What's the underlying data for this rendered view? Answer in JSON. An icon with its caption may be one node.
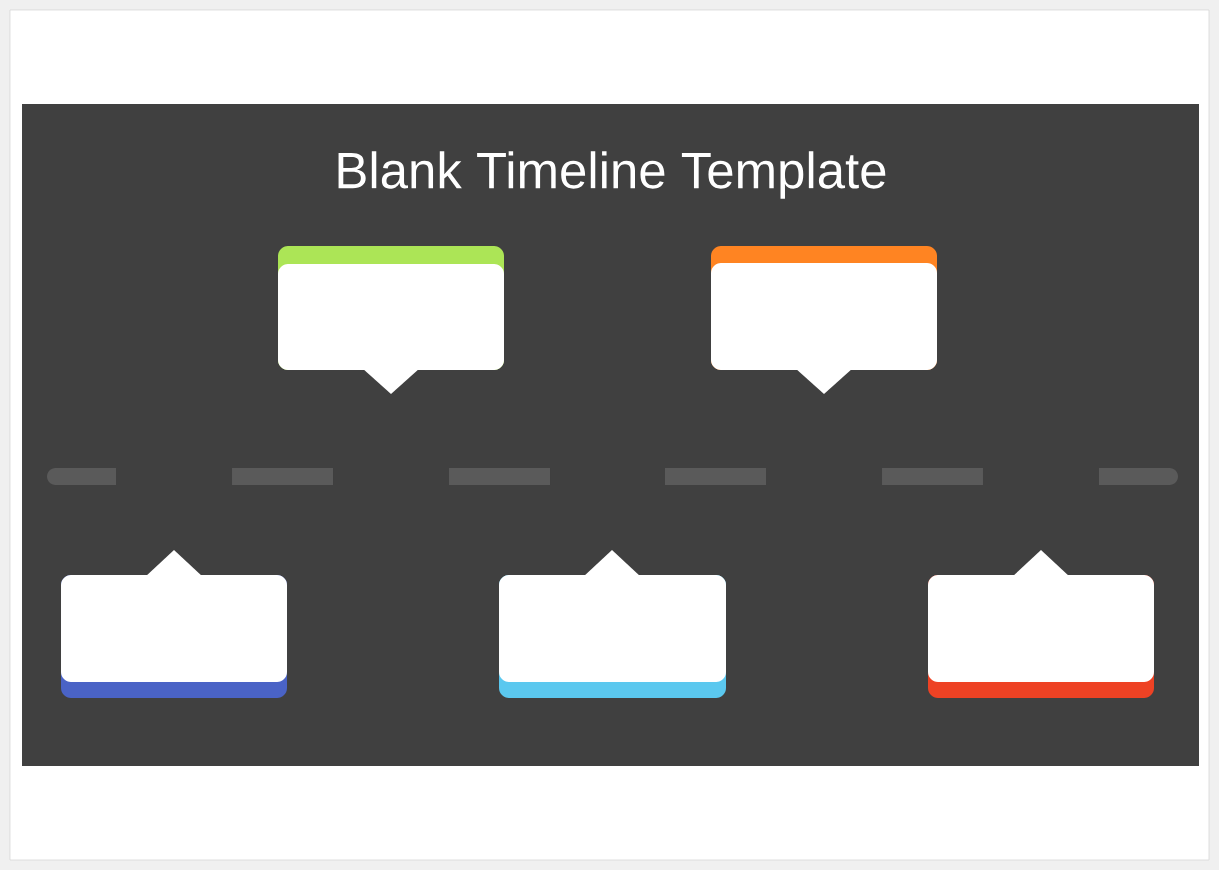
{
  "diagram": {
    "title": "Blank Timeline Template",
    "nodes": [
      {
        "text": [],
        "shape": "box"
      },
      {
        "text": [],
        "shape": "box"
      },
      {
        "text": [],
        "shape": "box"
      },
      {
        "text": [],
        "shape": "box"
      },
      {
        "text": [],
        "shape": "box"
      }
    ],
    "edges": []
  }
}
